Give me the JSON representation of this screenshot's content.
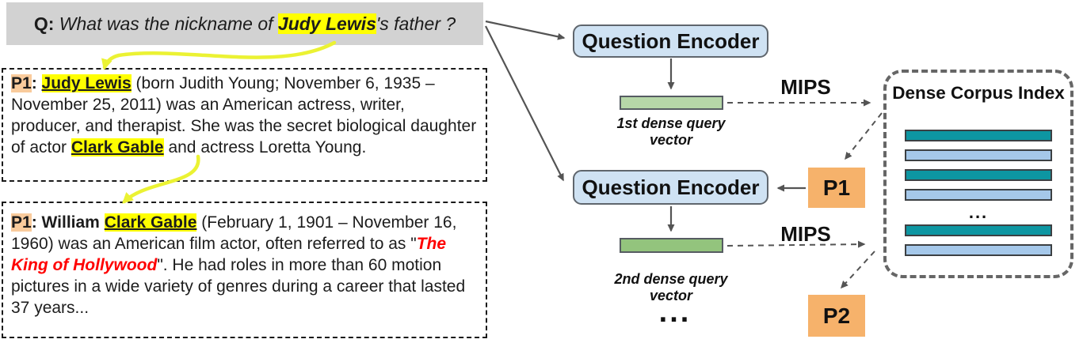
{
  "question": {
    "segments": [
      {
        "text": "Q",
        "styles": [
          "bold"
        ]
      },
      {
        "text": ": ",
        "styles": [
          "bold"
        ]
      },
      {
        "text": "What was the nickname of ",
        "styles": [
          "italic"
        ]
      },
      {
        "text": "Judy Lewis",
        "styles": [
          "bold",
          "italic",
          "hl-yellow"
        ]
      },
      {
        "text": "'s father ?",
        "styles": [
          "italic"
        ]
      }
    ]
  },
  "passages": [
    {
      "label": "P1",
      "segments": [
        {
          "text": "P1",
          "styles": [
            "bold",
            "hl-orange"
          ]
        },
        {
          "text": ": ",
          "styles": [
            "bold"
          ]
        },
        {
          "text": "Judy Lewis",
          "styles": [
            "bold",
            "underline",
            "hl-yellow"
          ]
        },
        {
          "text": " (born Judith Young; November 6, 1935 – November 25, 2011) was an American actress, writer, producer, and therapist. She was the secret biological daughter of actor ",
          "styles": []
        },
        {
          "text": "Clark Gable",
          "styles": [
            "bold",
            "underline",
            "hl-yellow"
          ]
        },
        {
          "text": " and actress Loretta Young.",
          "styles": []
        }
      ]
    },
    {
      "label": "P1",
      "segments": [
        {
          "text": "P1",
          "styles": [
            "bold",
            "hl-orange"
          ]
        },
        {
          "text": ": ",
          "styles": [
            "bold"
          ]
        },
        {
          "text": "William ",
          "styles": [
            "bold"
          ]
        },
        {
          "text": "Clark Gable",
          "styles": [
            "bold",
            "underline",
            "hl-yellow"
          ]
        },
        {
          "text": " (February 1, 1901 – November 16, 1960) was an American film actor, often referred to as \"",
          "styles": []
        },
        {
          "text": "The King of Hollywood",
          "styles": [
            "bold",
            "italic",
            "red"
          ]
        },
        {
          "text": "\". He had roles in more than 60 motion pictures in a wide variety of genres during a career that lasted 37 years...",
          "styles": []
        }
      ]
    }
  ],
  "pipeline": {
    "encoder1_label": "Question Encoder",
    "encoder2_label": "Question Encoder",
    "vector1_label": "1st dense query vector",
    "vector2_label": "2nd dense query vector",
    "mips1_label": "MIPS",
    "mips2_label": "MIPS",
    "p1_label": "P1",
    "p2_label": "P2",
    "hop_ellipsis": "..."
  },
  "corpus_index": {
    "title": "Dense Corpus Index",
    "bars_top": [
      {
        "tone": "teal"
      },
      {
        "tone": "light"
      },
      {
        "tone": "teal"
      },
      {
        "tone": "light"
      }
    ],
    "ellipsis": "...",
    "bars_bottom": [
      {
        "tone": "teal"
      },
      {
        "tone": "light"
      }
    ]
  },
  "colors": {
    "question_box_bg": "#d2d2d2",
    "highlight_yellow": "#ffff00",
    "highlight_orange": "#f9cb9c",
    "passage_node_orange": "#f6b26b",
    "encoder_blue": "#cfe2f3",
    "vector1_green": "#b6d7a8",
    "vector2_green": "#93c47d",
    "index_bar_teal": "#0d96a2",
    "index_bar_blue": "#a5c8ea",
    "red_text": "#ff0000",
    "arrow_gray": "#545454",
    "arrow_yellow": "#ebf233"
  }
}
